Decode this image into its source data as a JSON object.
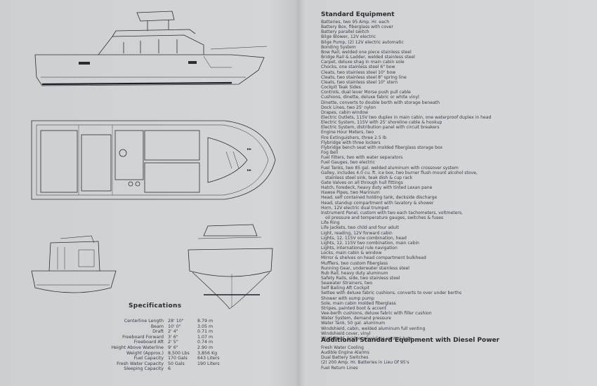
{
  "specifications": {
    "title": "Specifications",
    "rows": [
      {
        "label": "Centerline Length",
        "imperial": "28' 10\"",
        "metric": "8.79 m"
      },
      {
        "label": "Beam",
        "imperial": "10' 0\"",
        "metric": "3.05 m"
      },
      {
        "label": "Draft",
        "imperial": "2' 4\"",
        "metric": "0.71 m"
      },
      {
        "label": "Freeboard Forward",
        "imperial": "3' 6\"",
        "metric": "1.07 m"
      },
      {
        "label": "Freeboard Aft",
        "imperial": "2' 5\"",
        "metric": "0.74 m"
      },
      {
        "label": "Height Above Waterline",
        "imperial": "9' 6\"",
        "metric": "2.90 m"
      },
      {
        "label": "Weight (Approx.)",
        "imperial": "8,500 Lbs",
        "metric": "3,856 Kg"
      },
      {
        "label": "Fuel Capacity",
        "imperial": "170 Gals",
        "metric": "643 Liters"
      },
      {
        "label": "Fresh Water Capacity",
        "imperial": "50 Gals",
        "metric": "190 Liters"
      },
      {
        "label": "Sleeping Capacity",
        "imperial": "6",
        "metric": ""
      }
    ]
  },
  "standard_equipment": {
    "title": "Standard Equipment",
    "items": [
      "Batteries, two 95 Amp. Hr. each",
      "Battery Box, fiberglass with cover",
      "Battery parallel switch",
      "Bilge Blower, 12V electric",
      "Bilge Pump, (2) 12V electric automatic",
      "Bonding System",
      "Bow Rail, welded one piece stainless steel",
      "Bridge Rail & Ladder, welded stainless steel",
      "Carpet, deluxe shag in main cabin sole",
      "Chocks, one stainless steel 6\" bow",
      "Cleats, two stainless steel 10\" bow",
      "Cleats, two stainless steel 8\" spring line",
      "Cleats, two stainless steel 10\" stern",
      "Cockpit Teak Sides",
      "Controls, dual lever Morse push pull cable",
      "Cushions, dinette, deluxe fabric or white vinyl",
      "Dinette, converts to double berth with storage beneath",
      "Dock Lines, two 25' nylon",
      "Drapes, cabin window",
      "Electric Outlets, 115V two duplex in main cabin, one waterproof duplex in head",
      "Electric System, 115V with 25' shoreline cable & hookup",
      "Electric System, distribution panel with circuit breakers",
      "Engine Hour Meters, two",
      "Fire Extinguishers, three 2.5 lb",
      "Flybridge with three lockers",
      "Flybridge bench seat with molded fiberglass storage box",
      "Fog Bell",
      "Fuel Filters, two with water separators",
      "Fuel Gauges, two electric",
      "Fuel Tanks, two 85 gal. welded aluminum with crossover system",
      "Galley, includes 4.0 cu. ft. ice box, two burner flush mount alcohol stove,",
      "stainless steel sink, teak dish & cup rack",
      "Gate Valves on all through hull fittings",
      "Hatch, foredeck, heavy duty with tinted Lexan pane",
      "Hawse Pipes, two Marinium",
      "Head, self contained holding tank, deckside discharge",
      "Head, standup compartment with lavatory & shower",
      "Horn, 12V electric dual trumpet",
      "Instrument Panel, custom with two each tachometers, voltmeters,",
      "oil pressure and temperature gauges, switches & fuses",
      "Life Ring",
      "Life Jackets, two child and four adult",
      "Light, reading, 12V forward cabin",
      "Lights, 12, 115V one combination, head",
      "Lights, 12, 115V two combination, main cabin",
      "Lights, international rule navigation",
      "Locks, main cabin & window",
      "Mirror & shelves on head compartment bulkhead",
      "Mufflers, two custom fiberglass",
      "Running Gear, underwater stainless steel",
      "Rub Rail, heavy duty aluminum",
      "Safety Rails, side, two stainless steel",
      "Seawater Strainers, two",
      "Self Bailing Aft Cockpit",
      "Settee with deluxe fabric cushions, converts to over under berths",
      "Shower with sump pump",
      "Sole, main cabin molded fiberglass",
      "Stripes, painted boot & accent",
      "Vee-berth cushions, deluxe fabric with filler cushion",
      "Water System, demand pressure",
      "Water Tank, 50 gal. aluminum",
      "Windshield, cabin, welded aluminum full venting",
      "Windshield cover, vinyl",
      "Windshield, bridge, plexiglass venturi type"
    ],
    "continuation_indices": [
      31,
      39
    ]
  },
  "diesel_equipment": {
    "title": "Additional Standard Equipment with Diesel Power",
    "items": [
      "Fresh Water Cooling",
      "Audible Engine Alarms",
      "Dual Battery Switches",
      "(2) 200 Amp. Hr. Batteries in Lieu Of 95's",
      "Fuel Return Lines"
    ]
  },
  "colors": {
    "paper": "#d3d5d8",
    "ink": "#2b2c30",
    "hull_stripe": "#1e1f24"
  }
}
